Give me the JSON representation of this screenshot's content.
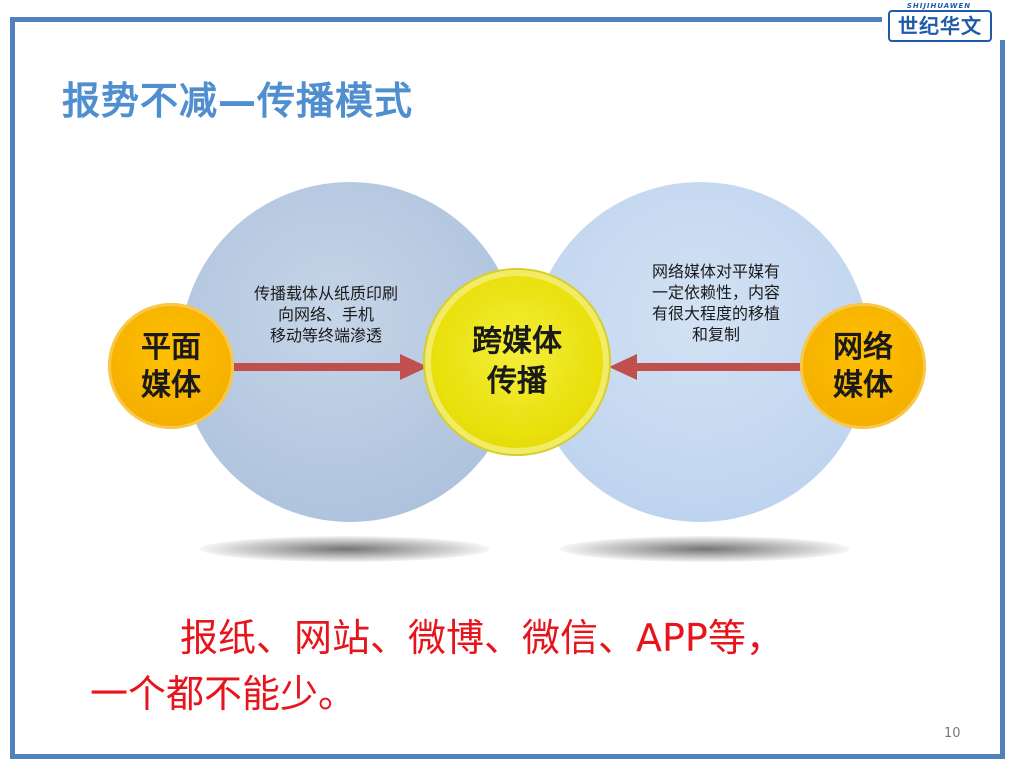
{
  "logo": {
    "sub": "SHIJIHUAWEN",
    "main": "世纪华文"
  },
  "title": "报势不减—传播模式",
  "diagram": {
    "left_node": {
      "line1": "平面",
      "line2": "媒体"
    },
    "center_node": {
      "line1": "跨媒体",
      "line2": "传播"
    },
    "right_node": {
      "line1": "网络",
      "line2": "媒体"
    },
    "left_caption": [
      "传播载体从纸质印刷",
      "向网络、手机",
      "移动等终端渗透"
    ],
    "right_caption": [
      "网络媒体对平媒有",
      "一定依赖性，内容",
      "有很大程度的移植",
      "和复制"
    ]
  },
  "bottom": {
    "line1": "报纸、网站、微博、微信、APP等，",
    "line2": "一个都不能少。"
  },
  "page_number": "10",
  "colors": {
    "frame": "#4f81bd",
    "title": "#4f8fd0",
    "arrow": "#c0504d",
    "side_node": "#ffc000",
    "center_node": "#e9e00c",
    "bottom_text": "#e8141b"
  }
}
